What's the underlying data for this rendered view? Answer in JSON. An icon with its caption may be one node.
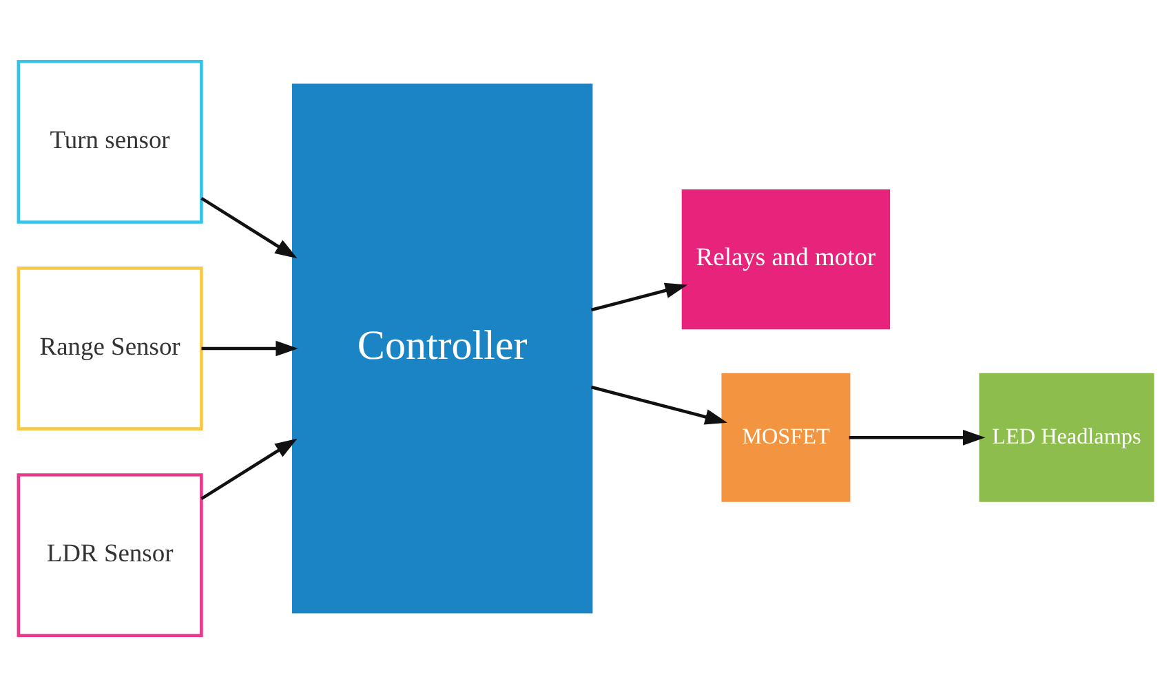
{
  "diagram": {
    "nodes": [
      {
        "text": [
          "Turn sensor"
        ]
      },
      {
        "text": [
          "Range Sensor"
        ]
      },
      {
        "text": [
          "LDR Sensor"
        ]
      },
      {
        "text": [
          "Controller"
        ]
      },
      {
        "text": [
          "Relays and motor"
        ]
      },
      {
        "text": [
          "MOSFET"
        ]
      },
      {
        "text": [
          "LED Headlamps"
        ]
      }
    ],
    "edges": [
      {
        "from": 0,
        "to": 3,
        "arrow": "to"
      },
      {
        "from": 1,
        "to": 3,
        "arrow": "to"
      },
      {
        "from": 2,
        "to": 3,
        "arrow": "to"
      },
      {
        "from": 3,
        "to": 4,
        "arrow": "to"
      },
      {
        "from": 3,
        "to": 5,
        "arrow": "to"
      },
      {
        "from": 5,
        "to": 6,
        "arrow": "to"
      }
    ]
  }
}
